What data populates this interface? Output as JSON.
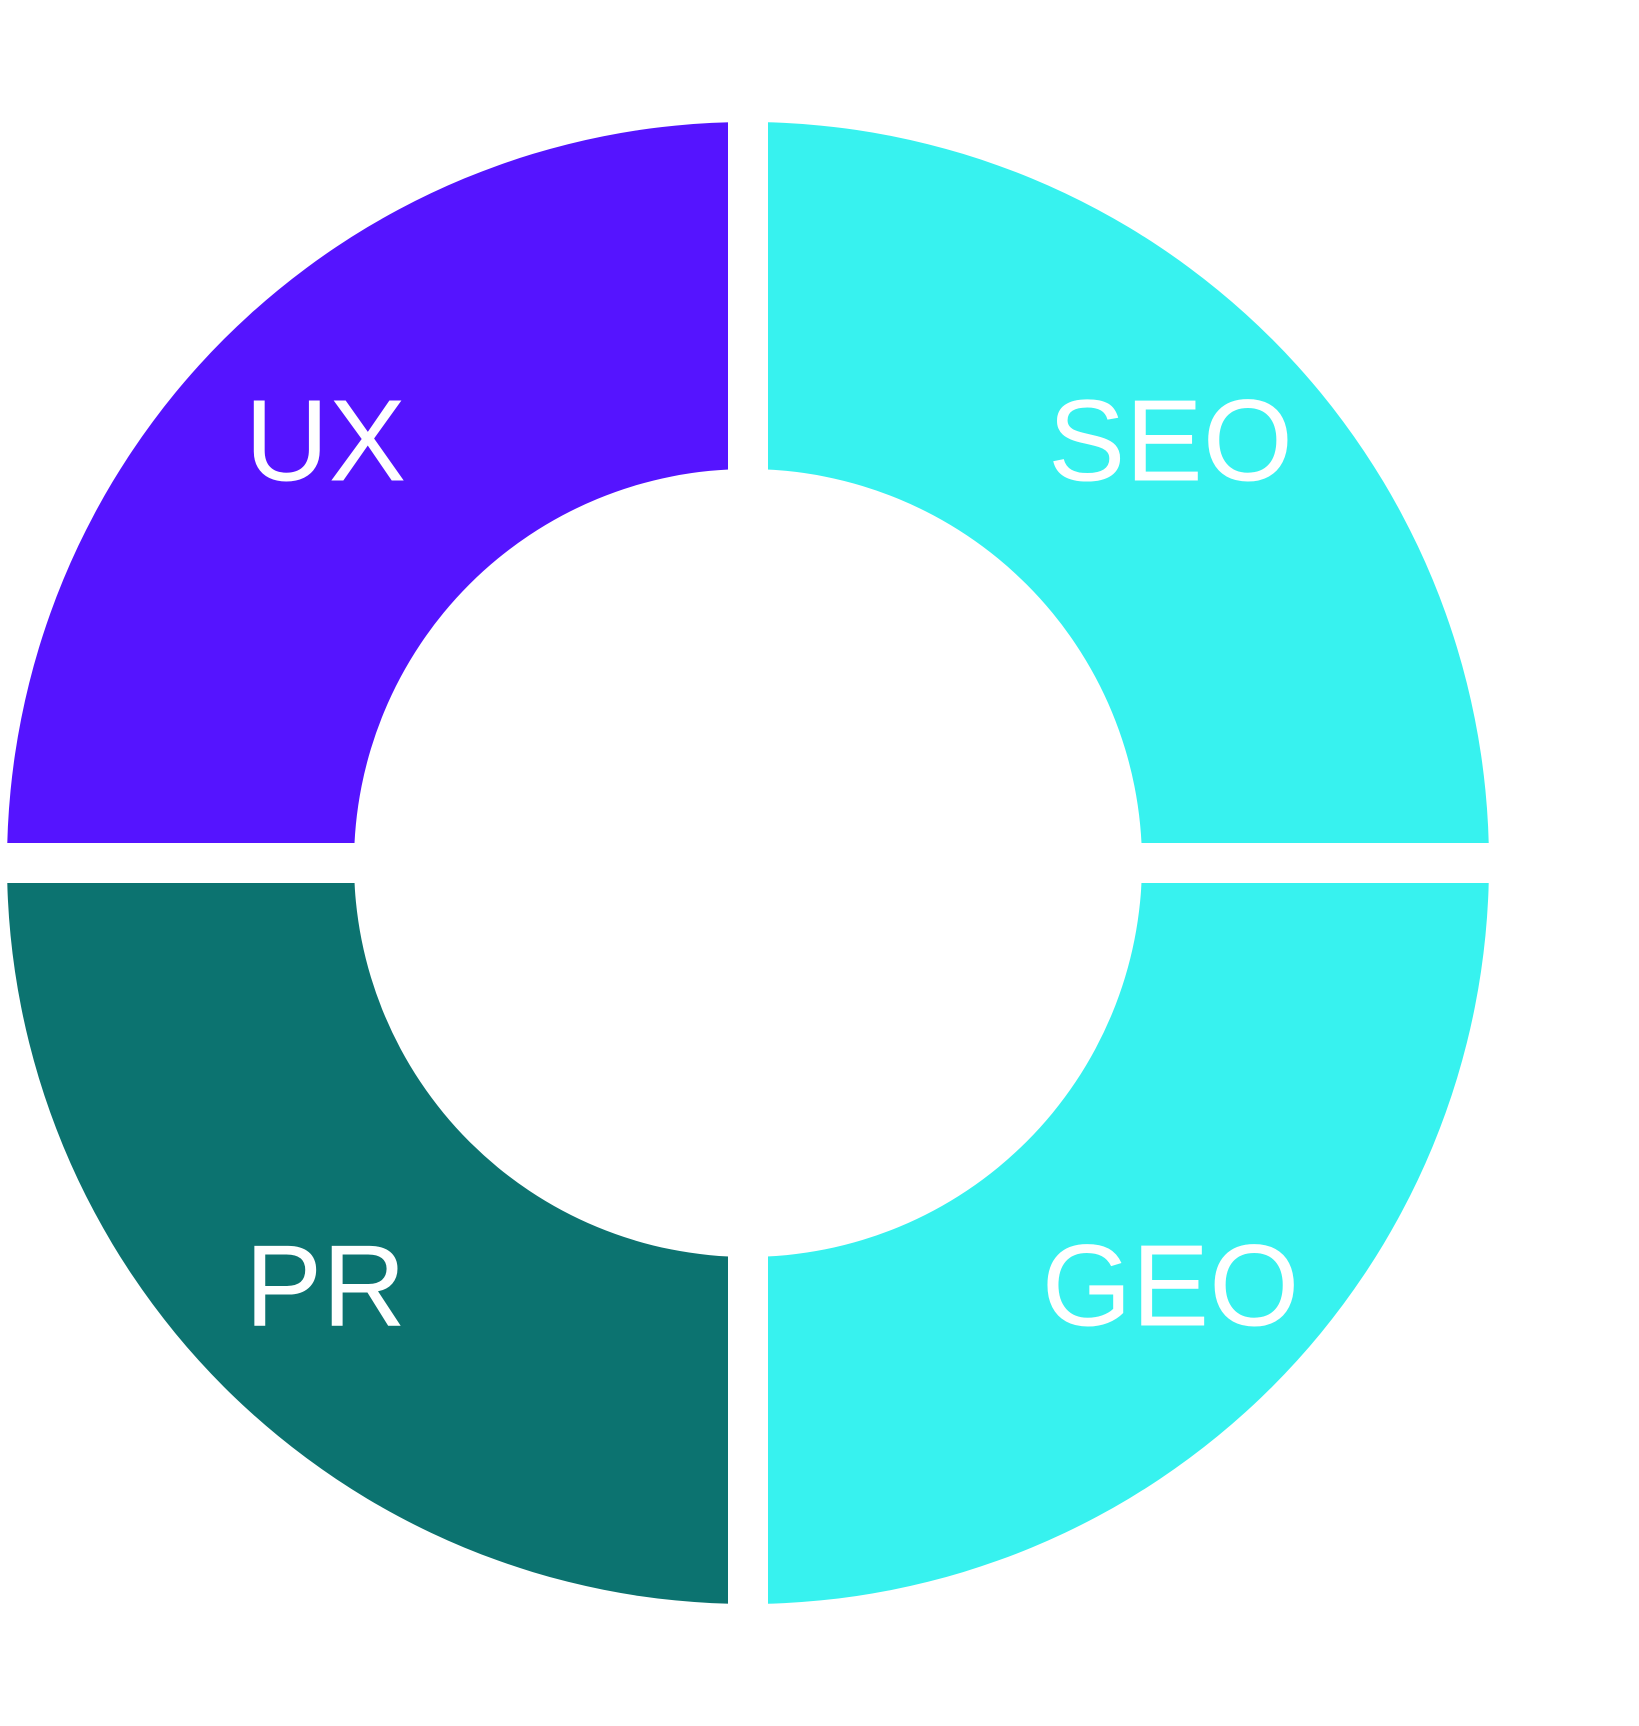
{
  "chart_data": {
    "type": "pie",
    "variant": "donut",
    "title": "",
    "segments": [
      {
        "label": "SEO",
        "value": 25,
        "color": "#37F2EF"
      },
      {
        "label": "GEO",
        "value": 25,
        "color": "#37F2EF"
      },
      {
        "label": "PR",
        "value": 25,
        "color": "#0C7370"
      },
      {
        "label": "UX",
        "value": 25,
        "color": "#5514FF"
      }
    ]
  }
}
